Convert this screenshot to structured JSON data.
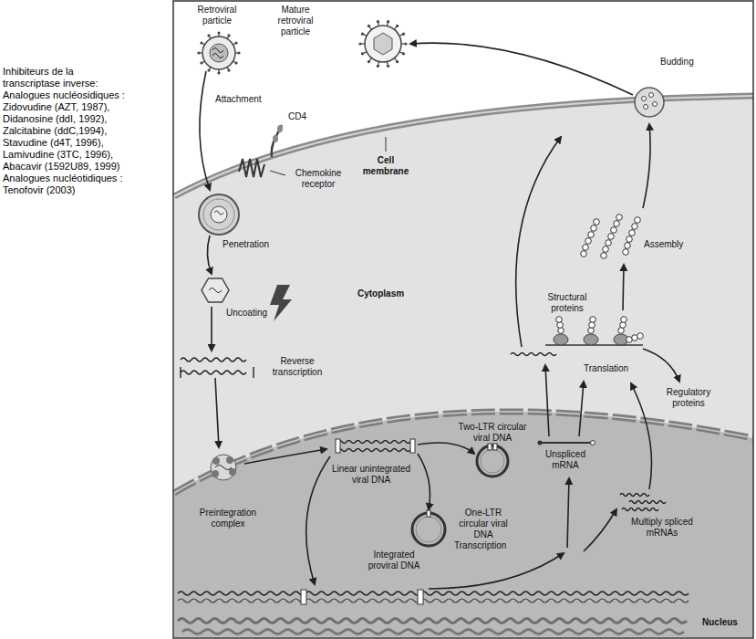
{
  "diagram": {
    "labels": [
      "Inhibiteurs de la transcriptase inverse:",
      "Analogues nucléosidiques :",
      "Zidovudine (AZT, 1987),",
      "Didanosine (ddI, 1992),",
      "Zalcitabine (ddC,1994),",
      "Stavudine (d4T, 1996),",
      "Lamivudine (3TC, 1996),",
      "Abacavir (1592U89, 1999)",
      "Analogues nucléotidiques :",
      "Tenofovir (2003)",
      "Retroviral particle",
      "Mature retroviral particle",
      "Attachment",
      "CD4",
      "Chemokine receptor",
      "Cell membrane",
      "Penetration",
      "Cytoplasm",
      "Uncoating",
      "Reverse transcription",
      "Budding",
      "Assembly",
      "Structural proteins",
      "Translation",
      "Regulatory proteins",
      "Preintegration complex",
      "Linear unintegrated viral DNA",
      "Two-LTR circular viral DNA",
      "One-LTR circular viral DNA",
      "Unspliced mRNA",
      "Multiply spliced mRNAs",
      "Integrated proviral DNA",
      "Transcription",
      "Nucleus"
    ]
  }
}
